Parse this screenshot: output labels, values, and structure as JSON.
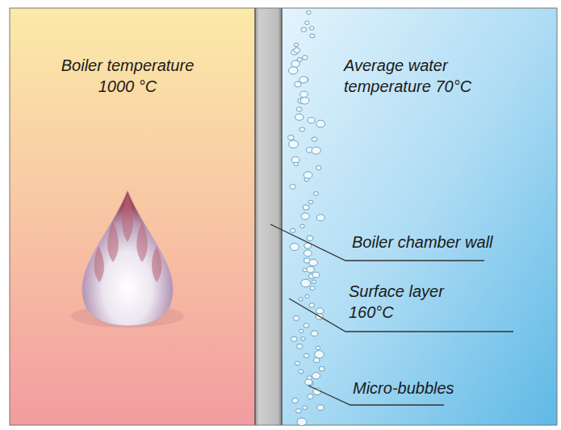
{
  "diagram": {
    "labels": [
      "Boiler temperature 1000 °C",
      "Average water temperature 70°C",
      "Boiler chamber wall",
      "Surface layer 160°C",
      "Micro-bubbles"
    ]
  }
}
